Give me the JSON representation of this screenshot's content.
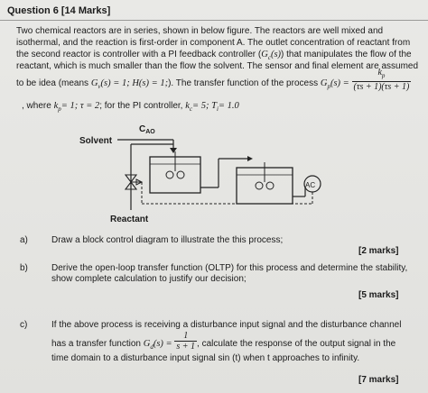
{
  "header": {
    "title": "Question 6 [14 Marks]"
  },
  "intro": {
    "line1": "Two chemical reactors are in series, shown in below figure. The reactors are well mixed and",
    "line2": "isothermal, and the reaction is first-order in component A. The outlet concentration of reactant from",
    "line3a": "the second reactor is controller with a PI feedback controller (",
    "line3m": "G",
    "line3sub": "c",
    "line3m2": "(s)",
    "line3b": ") that manipulates the flow of the",
    "line4": "reactant, which is much smaller than the flow the solvent. The sensor and final element are assumed",
    "line5a": "to be idea (means ",
    "line5m": "G",
    "line5sub": "v",
    "line5m2": "(s) = 1; H(s) = 1;",
    "line5b": "). The transfer function of the process ",
    "line5m3": "G",
    "line5sub3": "p",
    "line5m4": "(s) =",
    "tf_num": "k",
    "tf_num_sub": "p",
    "tf_den": "(τs + 1)(τs + 1)",
    "line6a": ", where ",
    "line6m": "k",
    "line6sub": "p",
    "line6m2": "= 1; τ = 2",
    "line6b": "; for the PI controller, ",
    "line6m3": "k",
    "line6sub3": "c",
    "line6m4": "= 5; T",
    "line6sub4": "i",
    "line6m5": "= 1.0"
  },
  "figure": {
    "solvent": "Solvent",
    "cao_main": "C",
    "cao_sub": "AO",
    "reactant": "Reactant",
    "analyzer": "AC"
  },
  "questions": [
    {
      "label": "a)",
      "text1": "Draw a block control diagram to illustrate the this process;",
      "text2": "",
      "marks": "[2 marks]"
    },
    {
      "label": "b)",
      "text1": "Derive the open-loop transfer function (OLTP) for this process and determine the stability,",
      "text2": "show complete calculation to justify our decision;",
      "marks": "[5 marks]"
    },
    {
      "label": "c)",
      "text1": "If the above process is receiving a disturbance input signal and the disturbance channel",
      "text2a": "has a transfer function ",
      "gd": "G",
      "gd_sub": "d",
      "gd2": "(s) =",
      "gd_num": "1",
      "gd_den": "s + 1",
      "text2b": ", calculate the response of the output signal in the",
      "text3": "time domain to a disturbance input signal sin (t) when t approaches to infinity.",
      "marks": "[7 marks]"
    }
  ]
}
